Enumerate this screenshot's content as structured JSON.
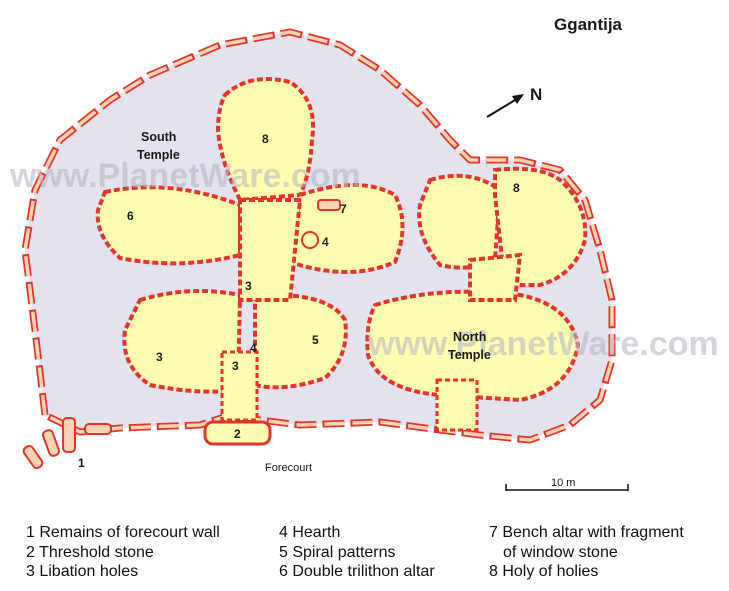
{
  "map": {
    "title": "Ggantija",
    "north_label": "N",
    "south_temple_line1": "South",
    "south_temple_line2": "Temple",
    "north_temple_line1": "North",
    "north_temple_line2": "Temple",
    "forecourt_label": "Forecourt",
    "scale_label": "10 m",
    "watermark": "www.PlanetWare.com",
    "colors": {
      "background": "#ffffff",
      "enclosure_fill": "#e3e3ee",
      "chamber_fill": "#fffeb0",
      "stone_fill": "#fbd4b4",
      "stone_outline": "#e8332a"
    },
    "numbers": {
      "n1": "1",
      "n2": "2",
      "n3": "3",
      "n4": "4",
      "n5": "5",
      "n6": "6",
      "n7": "7",
      "n8": "8"
    }
  },
  "legend": {
    "col1": [
      "1 Remains of forecourt wall",
      "2 Threshold stone",
      "3 Libation holes"
    ],
    "col2": [
      "4  Hearth",
      "5  Spiral patterns",
      "6  Double trilithon altar"
    ],
    "col3_line1": "7 Bench altar with fragment",
    "col3_line1b": "of window stone",
    "col3_line2": "8 Holy of holies"
  }
}
